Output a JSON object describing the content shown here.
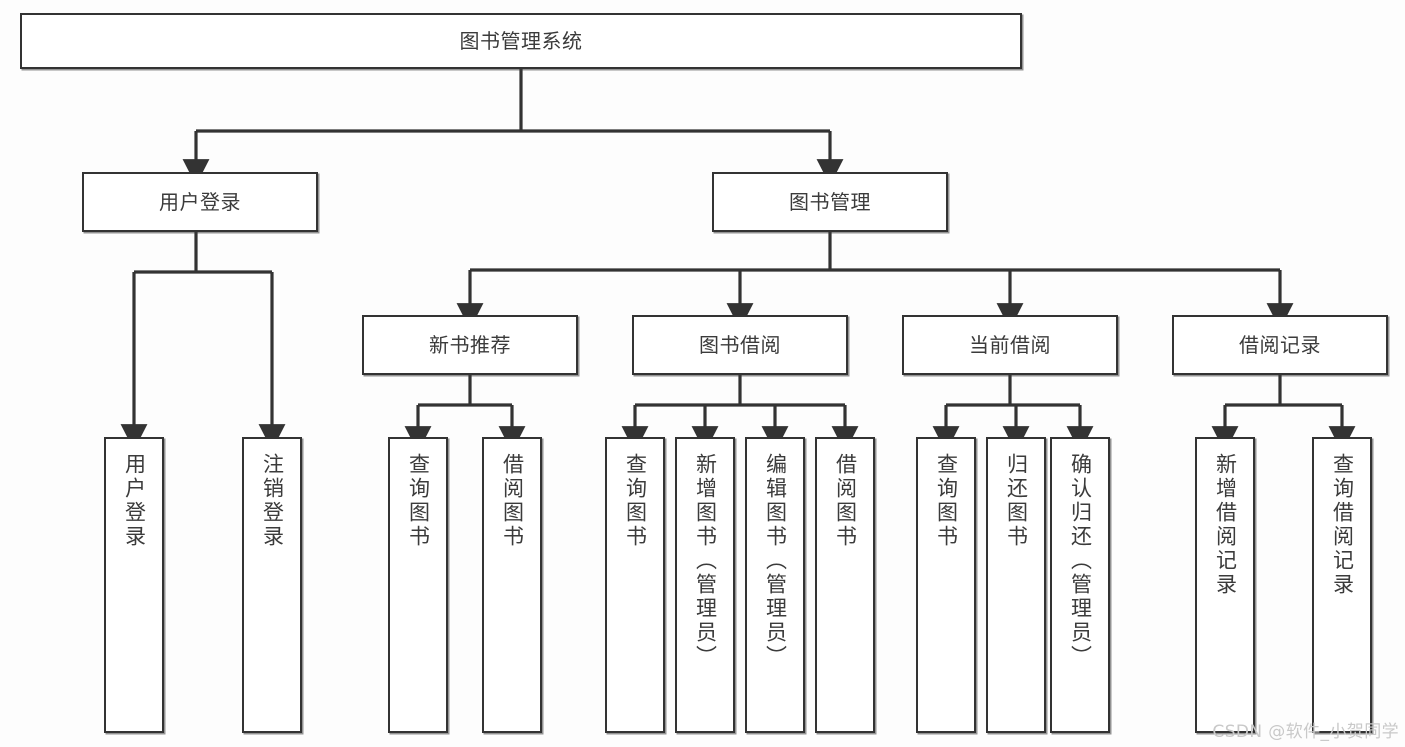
{
  "diagram": {
    "type": "tree-hierarchy-chart",
    "title": "图书管理系统",
    "background_color": "#fdfdfd",
    "line_color": "#333333",
    "box_fill": "#ffffff",
    "text_color": "#3b3b3b",
    "watermark": "CSDN @软件_小贺同学"
  },
  "nodes": {
    "root": {
      "label": "图书管理系统"
    },
    "level2": [
      {
        "id": "user-login",
        "label": "用户登录"
      },
      {
        "id": "book-management",
        "label": "图书管理"
      }
    ],
    "level3": [
      {
        "id": "new-book-recommend",
        "label": "新书推荐"
      },
      {
        "id": "book-borrow",
        "label": "图书借阅"
      },
      {
        "id": "current-borrow",
        "label": "当前借阅"
      },
      {
        "id": "borrow-record",
        "label": "借阅记录"
      }
    ],
    "leaves": {
      "user-login": [
        {
          "id": "leaf-user-login",
          "label": "用户登录"
        },
        {
          "id": "leaf-logout",
          "label": "注销登录"
        }
      ],
      "new-book-recommend": [
        {
          "id": "leaf-query-book-1",
          "label": "查询图书"
        },
        {
          "id": "leaf-borrow-book-1",
          "label": "借阅图书"
        }
      ],
      "book-borrow": [
        {
          "id": "leaf-query-book-2",
          "label": "查询图书"
        },
        {
          "id": "leaf-add-book",
          "label": "新增图书（管理员）"
        },
        {
          "id": "leaf-edit-book",
          "label": "编辑图书（管理员）"
        },
        {
          "id": "leaf-borrow-book-2",
          "label": "借阅图书"
        }
      ],
      "current-borrow": [
        {
          "id": "leaf-query-book-3",
          "label": "查询图书"
        },
        {
          "id": "leaf-return-book",
          "label": "归还图书"
        },
        {
          "id": "leaf-confirm-return",
          "label": "确认归还（管理员）"
        }
      ],
      "borrow-record": [
        {
          "id": "leaf-add-record",
          "label": "新增借阅记录"
        },
        {
          "id": "leaf-query-record",
          "label": "查询借阅记录"
        }
      ]
    }
  }
}
